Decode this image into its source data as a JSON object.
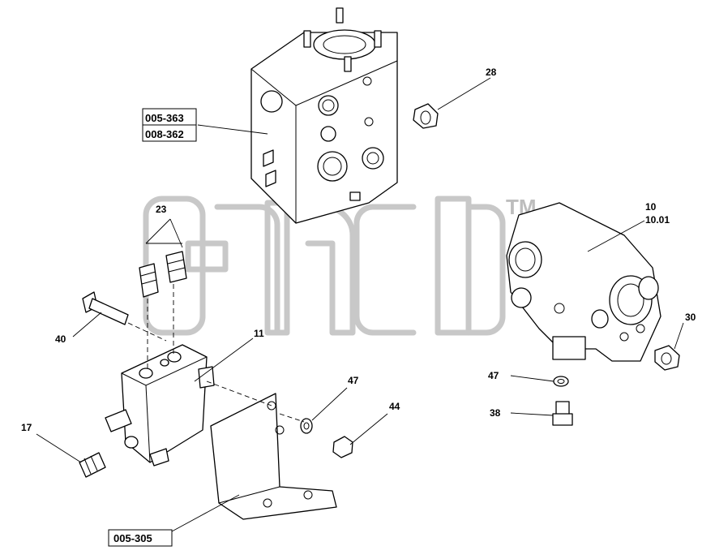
{
  "diagram": {
    "callouts": {
      "c28": "28",
      "c23": "23",
      "c10": "10",
      "c1001": "10.01",
      "c30": "30",
      "c40": "40",
      "c11": "11",
      "c47a": "47",
      "c47b": "47",
      "c44": "44",
      "c38": "38",
      "c17": "17"
    },
    "references": {
      "r1": "005-363",
      "r2": "008-362",
      "r3": "005-305"
    },
    "watermark": {
      "trademark": "TM"
    }
  }
}
